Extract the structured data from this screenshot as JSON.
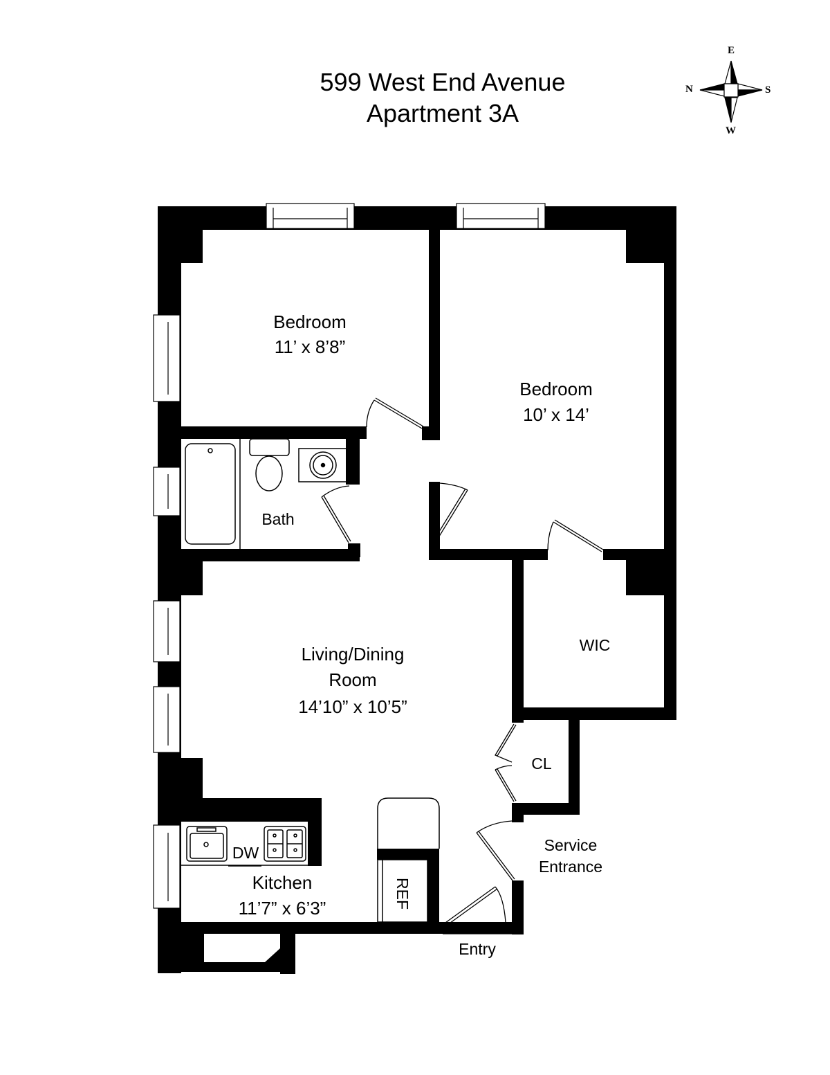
{
  "header": {
    "address": "599 West End Avenue",
    "unit": "Apartment 3A"
  },
  "compass": {
    "north": "N",
    "south": "S",
    "east": "E",
    "west": "W"
  },
  "rooms": {
    "bedroom1": {
      "name": "Bedroom",
      "size": "11’ x 8’8”"
    },
    "bedroom2": {
      "name": "Bedroom",
      "size": "10’ x 14’"
    },
    "bath": {
      "name": "Bath"
    },
    "living": {
      "name_line1": "Living/Dining",
      "name_line2": "Room",
      "size": "14’10” x 10’5”"
    },
    "wic": {
      "name": "WIC"
    },
    "closet": {
      "name": "CL"
    },
    "kitchen": {
      "name": "Kitchen",
      "size": "11’7” x 6’3”"
    }
  },
  "fixtures": {
    "dishwasher": "DW",
    "refrigerator": "REF"
  },
  "entrances": {
    "service": {
      "line1": "Service",
      "line2": "Entrance"
    },
    "main": "Entry"
  },
  "colors": {
    "wall": "#000000",
    "background": "#ffffff"
  }
}
